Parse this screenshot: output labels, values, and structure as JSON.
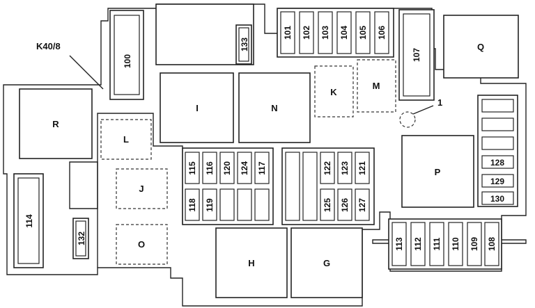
{
  "labels": {
    "k40_8": "K40/8",
    "callout_1": "1"
  },
  "relays": {
    "R": "R",
    "L": "L",
    "J": "J",
    "O": "O",
    "I": "I",
    "N": "N",
    "K": "K",
    "M": "M",
    "Q": "Q",
    "P": "P",
    "H": "H",
    "G": "G"
  },
  "fuses": {
    "f100": "100",
    "f101": "101",
    "f102": "102",
    "f103": "103",
    "f104": "104",
    "f105": "105",
    "f106": "106",
    "f107": "107",
    "f108": "108",
    "f109": "109",
    "f110": "110",
    "f111": "111",
    "f112": "112",
    "f113": "113",
    "f114": "114",
    "f115": "115",
    "f116": "116",
    "f117": "117",
    "f118": "118",
    "f119": "119",
    "f120": "120",
    "f121": "121",
    "f122": "122",
    "f123": "123",
    "f124": "124",
    "f125": "125",
    "f126": "126",
    "f127": "127",
    "f128": "128",
    "f129": "129",
    "f130": "130",
    "f132": "132",
    "f133": "133"
  }
}
